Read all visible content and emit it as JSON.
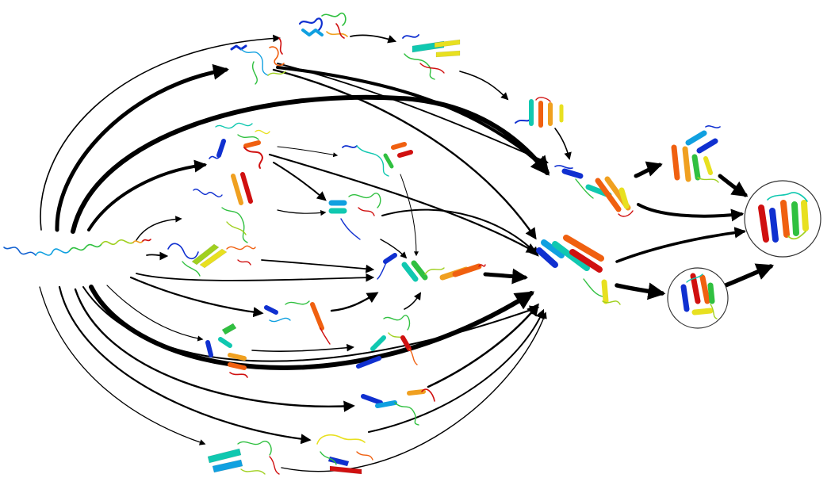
{
  "diagram": {
    "kind": "protein-folding-pathway-network",
    "palette": [
      "#1030d0",
      "#10a0e0",
      "#10c8b0",
      "#30c040",
      "#a0d020",
      "#e8e020",
      "#f0a020",
      "#f06010",
      "#d01010"
    ],
    "arrow_color": "#000000",
    "native_state_circle_color": "#333333",
    "nodes": [
      {
        "id": "unfolded",
        "label": ""
      },
      {
        "id": "i-top1",
        "label": ""
      },
      {
        "id": "i-top2",
        "label": ""
      },
      {
        "id": "i-top3",
        "label": ""
      },
      {
        "id": "i-top4",
        "label": ""
      },
      {
        "id": "i-a",
        "label": ""
      },
      {
        "id": "i-b",
        "label": ""
      },
      {
        "id": "i-c",
        "label": ""
      },
      {
        "id": "i-d",
        "label": ""
      },
      {
        "id": "i-e",
        "label": ""
      },
      {
        "id": "i-f",
        "label": ""
      },
      {
        "id": "i-g",
        "label": ""
      },
      {
        "id": "i-h",
        "label": ""
      },
      {
        "id": "i-i",
        "label": ""
      },
      {
        "id": "i-j",
        "label": ""
      },
      {
        "id": "i-k",
        "label": ""
      },
      {
        "id": "i-l",
        "label": ""
      },
      {
        "id": "i-m",
        "label": ""
      },
      {
        "id": "near-native-1",
        "label": ""
      },
      {
        "id": "near-native-2",
        "label": ""
      },
      {
        "id": "near-native-3",
        "label": ""
      },
      {
        "id": "native",
        "label": ""
      },
      {
        "id": "misfolded",
        "label": ""
      }
    ]
  }
}
